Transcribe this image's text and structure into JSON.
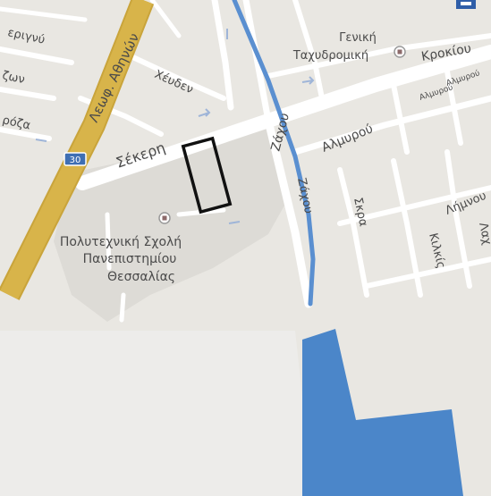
{
  "map": {
    "colors": {
      "background": "#e9e7e2",
      "campus": "#dddbd6",
      "road": "#ffffff",
      "arterial": "#d8b44a",
      "river": "#5a8fd0",
      "water": "#4b86c9",
      "label": "#4a4a4a"
    },
    "labels": {
      "avenue": "Λεωφ. Αθηνών",
      "chevdey": "Χέυδεν",
      "sekeri": "Σέκερη",
      "zachou_top": "Ζάχου",
      "zachou_mid": "Ζάχου",
      "almyrou": "Αλμυρού",
      "almyrou_small_1": "Αλμυρού",
      "almyrou_small_2": "Αλμυρού",
      "skra": "Σκρα",
      "kilkis": "Κιλκίς",
      "limnou": "Λήμνου",
      "lach": "Λαχ",
      "krokiou": "Κροκίου",
      "post_office_line1": "Γενική",
      "post_office_line2": "Ταχυδρομική",
      "school_line1": "Πολυτεχνική Σχολή",
      "school_line2": "Πανεπιστημίου",
      "school_line3": "Θεσσαλίας",
      "left_1": "εριγνύ",
      "left_2": "ζων",
      "left_3": "ρόζα",
      "route_number": "30"
    },
    "icons": {
      "school": "place-marker-icon",
      "post_office": "place-marker-icon",
      "route_shield": "route-shield-icon"
    }
  }
}
